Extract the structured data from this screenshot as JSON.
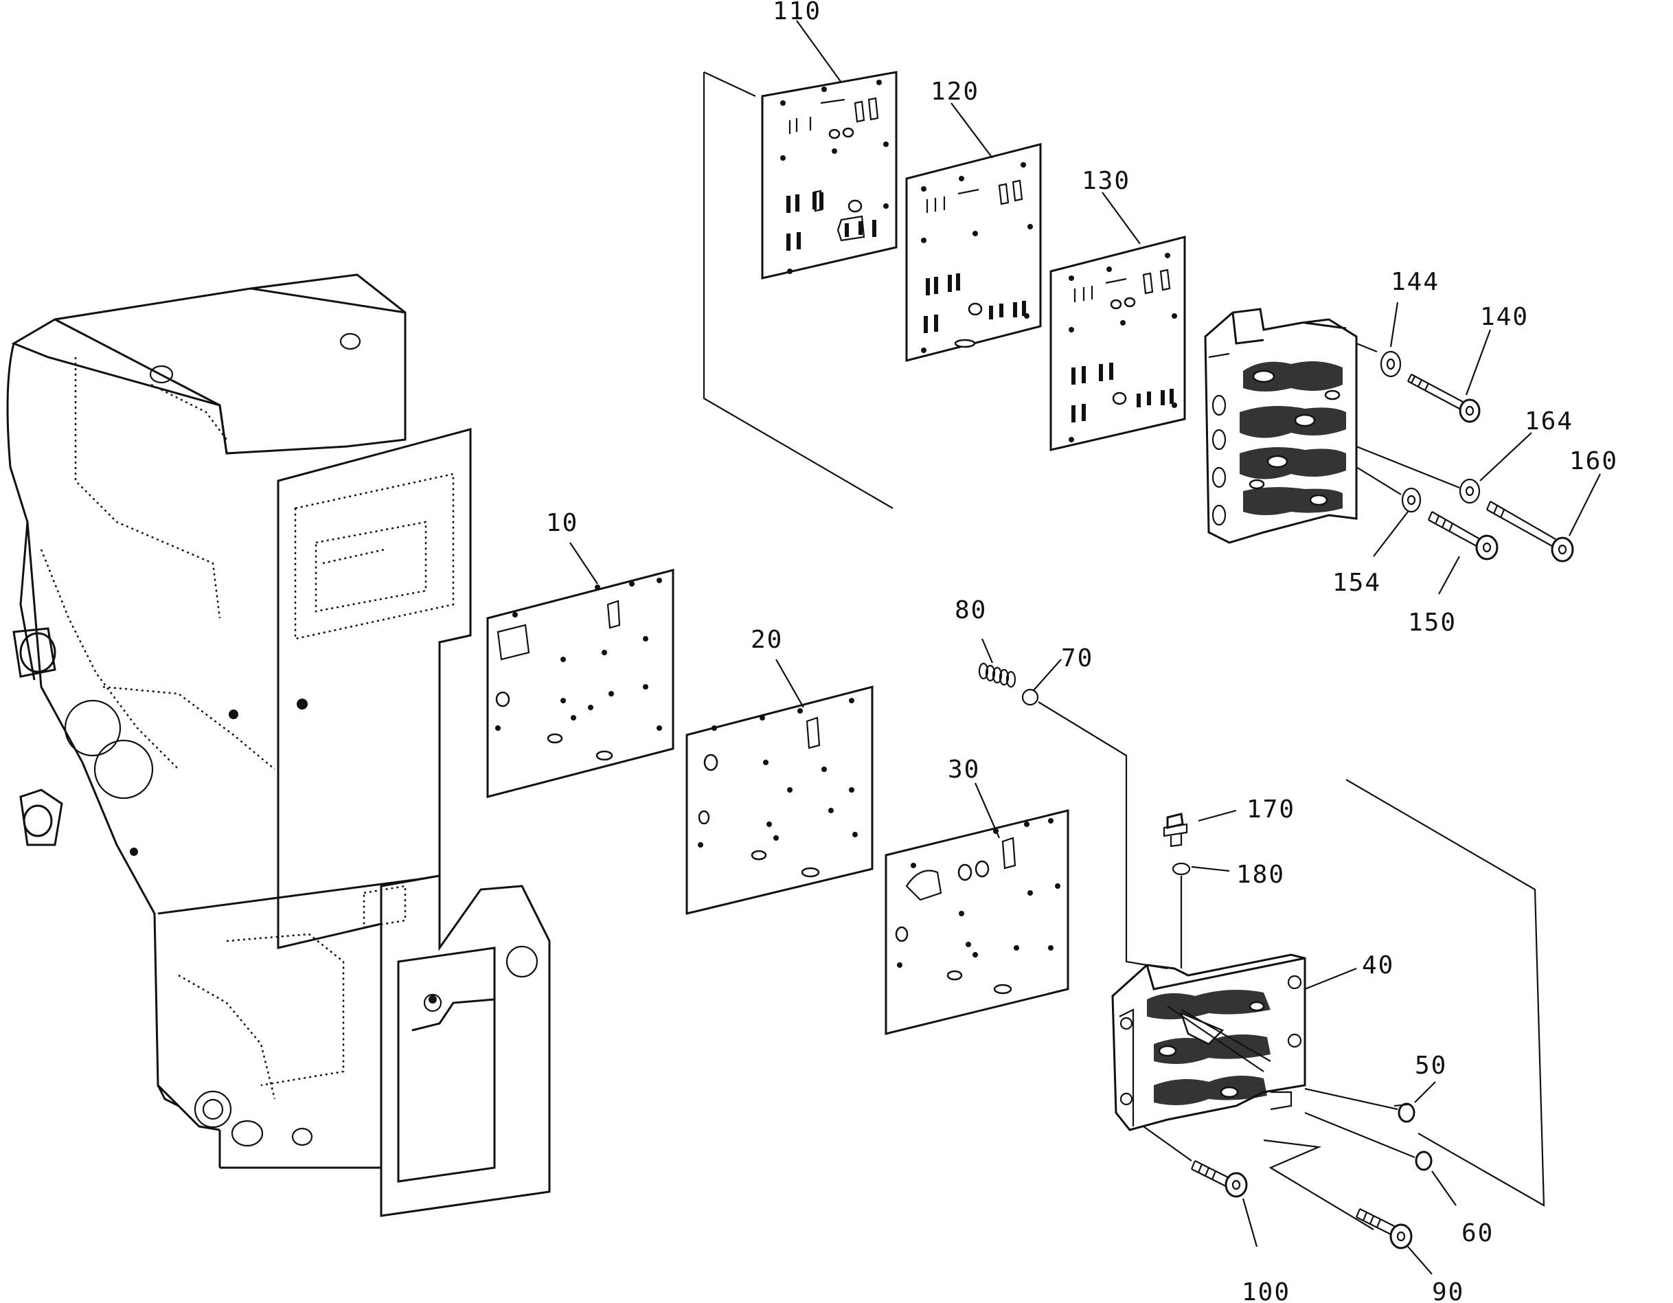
{
  "callouts": [
    {
      "id": "lbl-110",
      "text": "110"
    },
    {
      "id": "lbl-120",
      "text": "120"
    },
    {
      "id": "lbl-130",
      "text": "130"
    },
    {
      "id": "lbl-144",
      "text": "144"
    },
    {
      "id": "lbl-140",
      "text": "140"
    },
    {
      "id": "lbl-164",
      "text": "164"
    },
    {
      "id": "lbl-160",
      "text": "160"
    },
    {
      "id": "lbl-154",
      "text": "154"
    },
    {
      "id": "lbl-150",
      "text": "150"
    },
    {
      "id": "lbl-10",
      "text": "10"
    },
    {
      "id": "lbl-20",
      "text": "20"
    },
    {
      "id": "lbl-30",
      "text": "30"
    },
    {
      "id": "lbl-80",
      "text": "80"
    },
    {
      "id": "lbl-70",
      "text": "70"
    },
    {
      "id": "lbl-170",
      "text": "170"
    },
    {
      "id": "lbl-180",
      "text": "180"
    },
    {
      "id": "lbl-40",
      "text": "40"
    },
    {
      "id": "lbl-50",
      "text": "50"
    },
    {
      "id": "lbl-60",
      "text": "60"
    },
    {
      "id": "lbl-100",
      "text": "100"
    },
    {
      "id": "lbl-90",
      "text": "90"
    }
  ],
  "colors": {
    "ink": "#111111",
    "paper": "#ffffff"
  }
}
